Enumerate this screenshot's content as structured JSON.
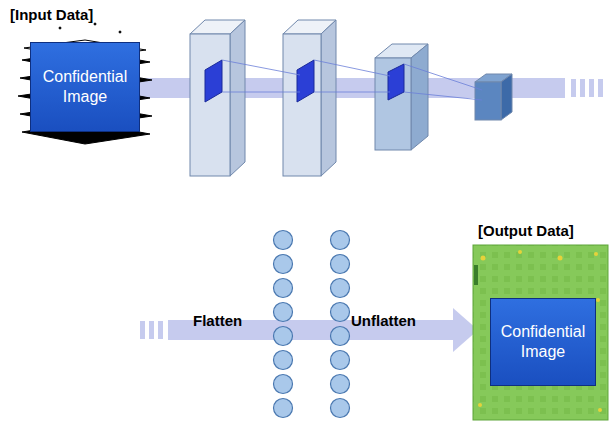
{
  "diagram": {
    "nodes": [
      {
        "text": [
          "Confidential Image"
        ]
      },
      {
        "text": [
          "Confidential Image"
        ]
      }
    ],
    "labels": [
      "[Input Data]",
      "[Output Data]",
      "Flatten",
      "Unflatten"
    ]
  }
}
